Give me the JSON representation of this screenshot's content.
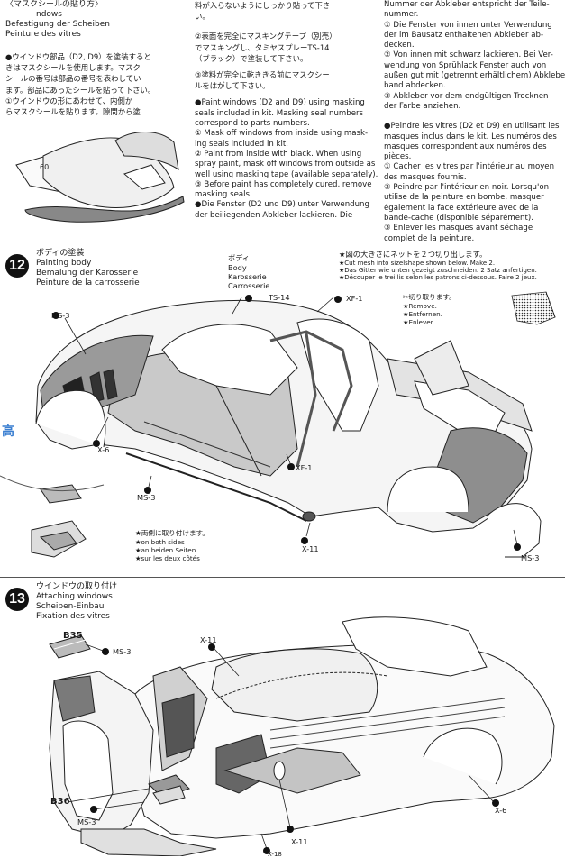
{
  "top": {
    "col1_lines": [
      "〈マスクシールの貼り方〉",
      "ndows",
      "Befestigung der Scheiben",
      "Peinture des vitres"
    ],
    "col1_jp": [
      "●ウインドウ部品（D2, D9）を塗装すると",
      "きはマスクシールを使用します。マスク",
      "シールの番号は部品の番号を表わしてい",
      "ます。部品にあったシールを貼って下さい。",
      "①ウインドウの形にあわせて、内側か",
      "らマスクシールを貼ります。隙間から塗"
    ],
    "col2_jp": [
      "料が入らないようにしっかり貼って下さ",
      "い。",
      "②表面を完全にマスキングテープ（別売）",
      "でマスキングし、タミヤスプレーTS-14",
      "（ブラック）で塗装して下さい。",
      "③塗料が完全に乾ききる前にマスクシー",
      "ルをはがして下さい。"
    ],
    "col2_en": [
      "●Paint windows (D2 and D9) using masking",
      "seals included in kit. Masking seal numbers",
      "correspond to parts numbers.",
      "① Mask off windows from inside using mask-",
      "ing seals included in kit.",
      "② Paint from inside with black. When using",
      "spray paint, mask off windows from outside as",
      "well using masking tape (available separately).",
      "③ Before paint has completely cured, remove",
      "masking seals.",
      "",
      "●Die Fenster (D2 und D9) unter Verwendung",
      "der beiliegenden Abkleber lackieren. Die"
    ],
    "col3_de": [
      "Nummer der Abkleber entspricht der Teile-",
      "nummer.",
      "① Die Fenster von innen unter Verwendung",
      "der im Bausatz enthaltenen Abkleber ab-",
      "decken.",
      "② Von innen mit schwarz lackieren. Bei Ver-",
      "wendung von Sprühlack Fenster auch von",
      "außen gut mit (getrennt erhältlichem) Abkleber",
      "band abdecken.",
      "③ Abkleber vor dem endgültigen Trocknen",
      "der Farbe anziehen."
    ],
    "col3_fr": [
      "●Peindre les vitres (D2 et D9) en utilisant les",
      "masques inclus dans le kit. Les numéros des",
      "masques correspondent aux numéros des",
      "pièces.",
      "① Cacher les vitres par l'intérieur au moyen",
      "des masques fournis.",
      "② Peindre par l'intérieur en noir. Lorsqu'on",
      "utilise de la peinture en bombe, masquer",
      "également la face extérieure avec de la",
      "bande-cache (disponible séparément).",
      "③ Enlever les masques avant séchage",
      "complet de la peinture."
    ],
    "mask_label": "60"
  },
  "step12": {
    "number": "12",
    "title_jp": "ボディの塗装",
    "title_en": "Painting body",
    "title_de": "Bemalung der Karosserie",
    "title_fr": "Peinture de la carrosserie",
    "body_label": [
      "ボディ",
      "Body",
      "Karosserie",
      "Carrosserie"
    ],
    "note_mesh": [
      "★図の大きさにネットを２つ切り出します。",
      "★Cut mesh into sizelshape shown below. Make 2.",
      "★Das Gitter wie unten gezeigt zuschneiden. 2 Satz anfertigen.",
      "★Découper le treillis selon les patrons ci-dessous. Faire 2 jeux."
    ],
    "note_remove": [
      "✂切り取ります。",
      "★Remove.",
      "★Entfernen.",
      "★Enlever."
    ],
    "note_both": [
      "★両側に取り付けます。",
      "★on both sides",
      "★an beiden Seiten",
      "★sur les deux côtés"
    ],
    "paint_labels": {
      "ts14": "TS-14",
      "ms3_a": "MS-3",
      "xf1_a": "XF-1",
      "x6": "X-6",
      "xf1_b": "XF-1",
      "ms3_b": "MS-3",
      "x11": "X-11",
      "ms3_c": "MS-3"
    }
  },
  "step13": {
    "number": "13",
    "title_jp": "ウインドウの取り付け",
    "title_en": "Attaching windows",
    "title_de": "Scheiben-Einbau",
    "title_fr": "Fixation des vitres",
    "labels": {
      "b35": "B35",
      "ms3_a": "MS-3",
      "x11_a": "X-11",
      "b36": "B36",
      "ms3_b": "MS-3",
      "x11_b": "X-11",
      "x6": "X-6",
      "x18": "X-18"
    }
  },
  "watermark": "高",
  "colors": {
    "ink": "#1a1a1a",
    "gray": "#bdbdbd",
    "dark_gray": "#7a7a7a",
    "watermark": "#3b7fd1"
  }
}
